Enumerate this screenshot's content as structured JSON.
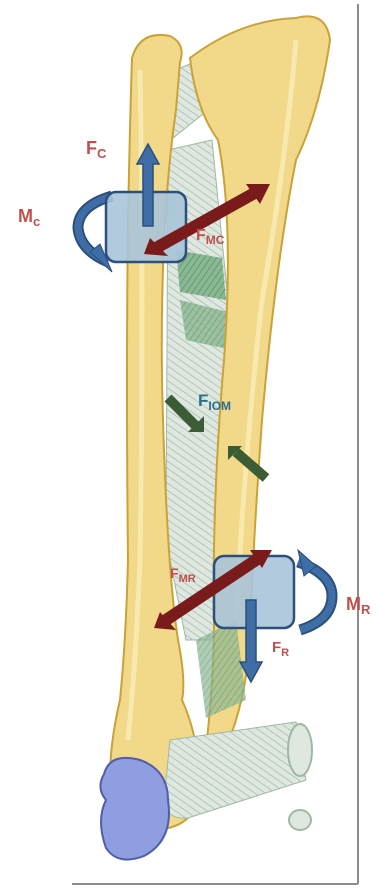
{
  "labels": {
    "fc_main": "F",
    "fc_sub": "C",
    "mc_main": "M",
    "mc_sub": "c",
    "fmc_main": "F",
    "fmc_sub": "MC",
    "fiom_main": "F",
    "fiom_sub": "IOM",
    "fmr_main": "F",
    "fmr_sub": "MR",
    "mr_main": "M",
    "mr_sub": "R",
    "fr_main": "F",
    "fr_sub": "R"
  },
  "colors": {
    "bone": "#f2d98a",
    "bone_edge": "#c9a23a",
    "membrane": "#dfe8e0",
    "ligament_green": "#7fae86",
    "ligament_dark": "#4f8a5c",
    "joint_blue": "#8f9ee0",
    "box_fill": "#a9c4d9",
    "box_edge": "#2c4f7c",
    "arrow_blue": "#3f6ea6",
    "arrow_red": "#7a1b1b",
    "arrow_green": "#3c5c36",
    "label_red": "#c0504d",
    "label_teal": "#2e6e8c",
    "frame": "#8c8c8c"
  },
  "icons": {
    "radius": "radius-bone-icon",
    "ulna": "ulna-bone-icon",
    "proximal_box": "proximal-radius-box-icon",
    "distal_box": "distal-radius-box-icon"
  }
}
